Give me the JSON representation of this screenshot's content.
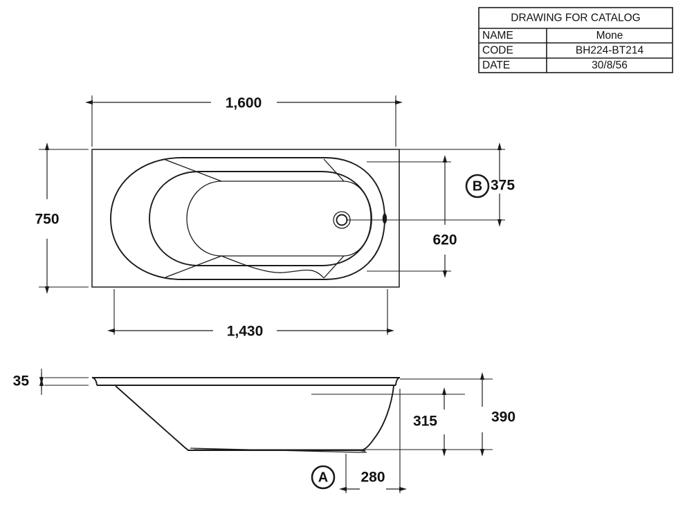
{
  "title_block": {
    "heading": "DRAWING FOR CATALOG",
    "rows": [
      {
        "label": "NAME",
        "value": "Mone"
      },
      {
        "label": "CODE",
        "value": "BH224-BT214"
      },
      {
        "label": "DATE",
        "value": "30/8/56"
      }
    ]
  },
  "plan_view": {
    "name": "top-view",
    "dimensions": {
      "overall_length": "1,600",
      "overall_width": "750",
      "inner_length": "1,430",
      "drain_from_end": "375",
      "drain_from_far_end": "620"
    },
    "markers": {
      "section_marker": "B"
    }
  },
  "elevation_view": {
    "name": "side-view",
    "dimensions": {
      "rim_thickness": "35",
      "inner_depth": "315",
      "overall_height": "390",
      "base_offset": "280"
    },
    "markers": {
      "section_marker": "A"
    }
  },
  "colors": {
    "line": "#1a1a1a",
    "background": "#ffffff"
  }
}
